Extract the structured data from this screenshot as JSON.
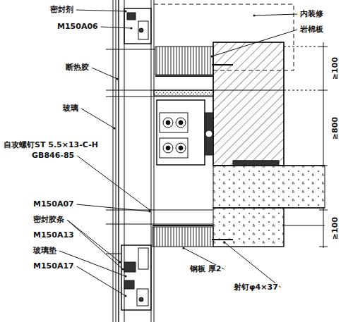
{
  "diagram": {
    "labels": [
      "密封剂",
      "M150A06",
      "断热胶",
      "玻璃",
      "自攻螺钉ST 5.5×13-C-H",
      "GB846-85",
      "M150A07",
      "密封胶条",
      "M150A13",
      "玻璃垫",
      "M150A17",
      "内装修",
      "岩棉板",
      "≥100",
      "≥800",
      "≥100",
      "钢板 厚2",
      "射钉φ4×37"
    ]
  }
}
